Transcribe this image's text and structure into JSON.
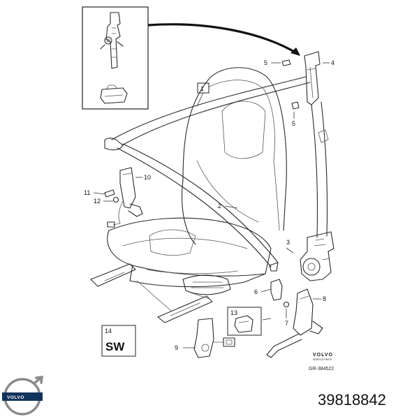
{
  "callouts": [
    "1",
    "2",
    "3",
    "4",
    "5",
    "5",
    "6",
    "7",
    "8",
    "9",
    "10",
    "11",
    "12",
    "13",
    "14"
  ],
  "sw_label": "SW",
  "volvo_block": {
    "brand": "VOLVO",
    "sub": "SERVICE PARTS",
    "ref": "GR-384522"
  },
  "logo_text": "VOLVO",
  "part_number": "39818842"
}
